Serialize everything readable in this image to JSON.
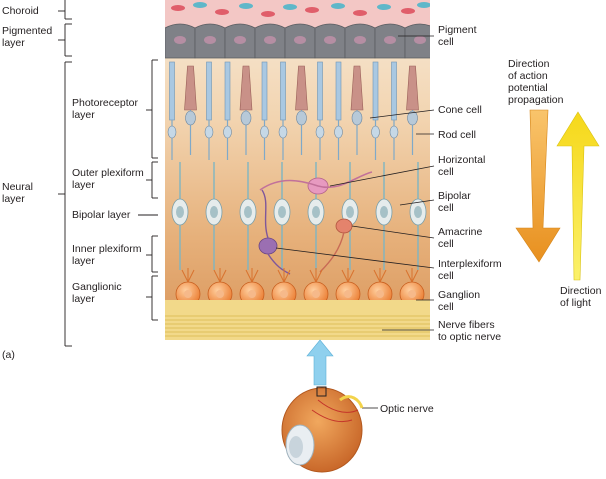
{
  "left_labels": {
    "choroid": "Choroid",
    "pigmented": [
      "Pigmented",
      "layer"
    ],
    "neural": [
      "Neural",
      "layer"
    ],
    "photoreceptor": [
      "Photoreceptor",
      "layer"
    ],
    "outer_plexiform": [
      "Outer plexiform",
      "layer"
    ],
    "bipolar": "Bipolar layer",
    "inner_plexiform": [
      "Inner plexiform",
      "layer"
    ],
    "ganglionic": [
      "Ganglionic",
      "layer"
    ]
  },
  "right_labels": {
    "pigment_cell": [
      "Pigment",
      "cell"
    ],
    "cone_cell": "Cone cell",
    "rod_cell": "Rod cell",
    "horizontal_cell": [
      "Horizontal",
      "cell"
    ],
    "bipolar_cell": [
      "Bipolar",
      "cell"
    ],
    "amacrine_cell": [
      "Amacrine",
      "cell"
    ],
    "interplexiform_cell": [
      "Interplexiform",
      "cell"
    ],
    "ganglion_cell": [
      "Ganglion",
      "cell"
    ],
    "nerve_fibers": [
      "Nerve fibers",
      "to optic nerve"
    ]
  },
  "arrows": {
    "action_potential": [
      "Direction",
      "of action",
      "potential",
      "propagation"
    ],
    "light": [
      "Direction",
      "of light"
    ]
  },
  "panel_label": "(a)",
  "optic_nerve_label": "Optic nerve",
  "colors": {
    "choroid": "#f4cccc",
    "pigment": "#7d7f85",
    "tissue_top": "#f6e6d2",
    "tissue_bottom": "#dc9a5a",
    "rod": "#9ebfdc",
    "cone": "#c7918b",
    "ganglion": "#f08a3a",
    "bipolar": "#dde3e4",
    "horizontal": "#e79ac0",
    "amacrine": "#e4836c",
    "interplexiform": "#9b6fb2",
    "fibers": "#efd680",
    "light_arrow": "#f5e31a",
    "ap_arrow": "#f2a33a",
    "light_ray": "#8fd0ee",
    "eye": "#e2893e"
  }
}
